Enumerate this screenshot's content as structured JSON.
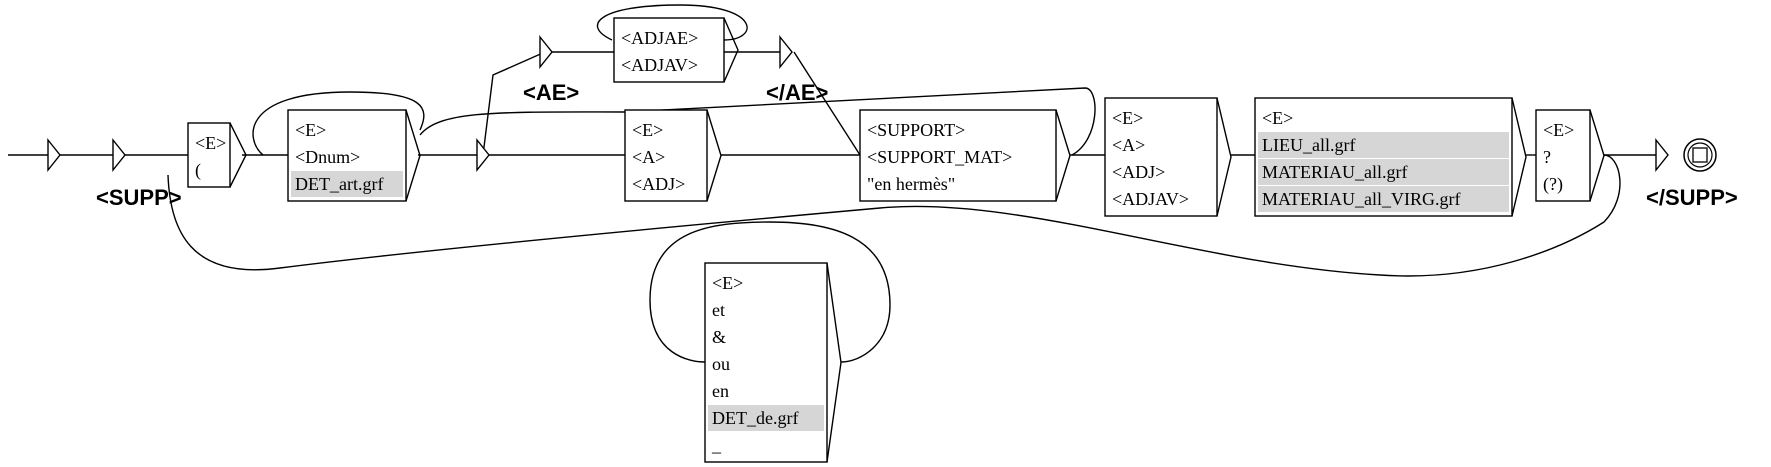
{
  "graph": {
    "boxes": [
      {
        "id": "box-open",
        "lines": [
          {
            "text": "<E>",
            "highlight": false
          },
          {
            "text": "(",
            "highlight": false
          }
        ]
      },
      {
        "id": "box-det",
        "lines": [
          {
            "text": "<E>",
            "highlight": false
          },
          {
            "text": "<Dnum>",
            "highlight": false
          },
          {
            "text": "DET_art.grf",
            "highlight": true
          }
        ]
      },
      {
        "id": "box-adjae",
        "lines": [
          {
            "text": "<ADJAE>",
            "highlight": false
          },
          {
            "text": "<ADJAV>",
            "highlight": false
          }
        ]
      },
      {
        "id": "box-adj1",
        "lines": [
          {
            "text": "<E>",
            "highlight": false
          },
          {
            "text": "<A>",
            "highlight": false
          },
          {
            "text": "<ADJ>",
            "highlight": false
          }
        ]
      },
      {
        "id": "box-support",
        "lines": [
          {
            "text": "<SUPPORT>",
            "highlight": false
          },
          {
            "text": "<SUPPORT_MAT>",
            "highlight": false
          },
          {
            "text": "\"en hermès\"",
            "highlight": false
          }
        ]
      },
      {
        "id": "box-adj2",
        "lines": [
          {
            "text": "<E>",
            "highlight": false
          },
          {
            "text": "<A>",
            "highlight": false
          },
          {
            "text": "<ADJ>",
            "highlight": false
          },
          {
            "text": "<ADJAV>",
            "highlight": false
          }
        ]
      },
      {
        "id": "box-lieu",
        "lines": [
          {
            "text": "<E>",
            "highlight": false
          },
          {
            "text": "LIEU_all.grf",
            "highlight": true
          },
          {
            "text": "MATERIAU_all.grf",
            "highlight": true
          },
          {
            "text": "MATERIAU_all_VIRG.grf",
            "highlight": true
          }
        ]
      },
      {
        "id": "box-close",
        "lines": [
          {
            "text": "<E>",
            "highlight": false
          },
          {
            "text": "?",
            "highlight": false
          },
          {
            "text": "(?)",
            "highlight": false
          }
        ]
      },
      {
        "id": "box-conj",
        "lines": [
          {
            "text": "<E>",
            "highlight": false
          },
          {
            "text": "et",
            "highlight": false
          },
          {
            "text": "&",
            "highlight": false
          },
          {
            "text": "ou",
            "highlight": false
          },
          {
            "text": "en",
            "highlight": false
          },
          {
            "text": "DET_de.grf",
            "highlight": true
          },
          {
            "text": "_",
            "highlight": false
          }
        ]
      }
    ],
    "tags": [
      {
        "id": "tag-supp-open",
        "text": "<SUPP>"
      },
      {
        "id": "tag-ae-open",
        "text": "<AE>"
      },
      {
        "id": "tag-ae-close",
        "text": "</AE>"
      },
      {
        "id": "tag-supp-close",
        "text": "</SUPP>"
      }
    ]
  }
}
